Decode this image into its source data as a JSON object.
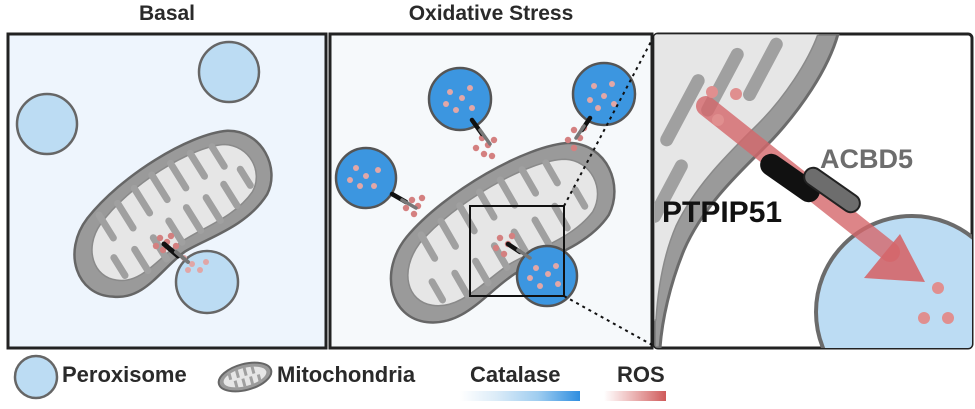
{
  "panels": {
    "basal_title": "Basal",
    "stress_title": "Oxidative Stress"
  },
  "zoom": {
    "protein_1": "PTPIP51",
    "protein_2": "ACBD5"
  },
  "legend": {
    "peroxisome": "Peroxisome",
    "mitochondria": "Mitochondria",
    "catalase": "Catalase",
    "ros": "ROS"
  },
  "colors": {
    "peroxisome_basal": "#bcdcf3",
    "peroxisome_stress": "#3c96e0",
    "catalase_gradient_end": "#2f8ee0",
    "ros": "#e08f8f",
    "ros_arrow": "#d4666a",
    "mitochondria_fill": "#9a9a9a",
    "panel_bg": "#eef5fd",
    "tether_ptpip51": "#111111",
    "tether_acbd5": "#6d6d6d"
  }
}
